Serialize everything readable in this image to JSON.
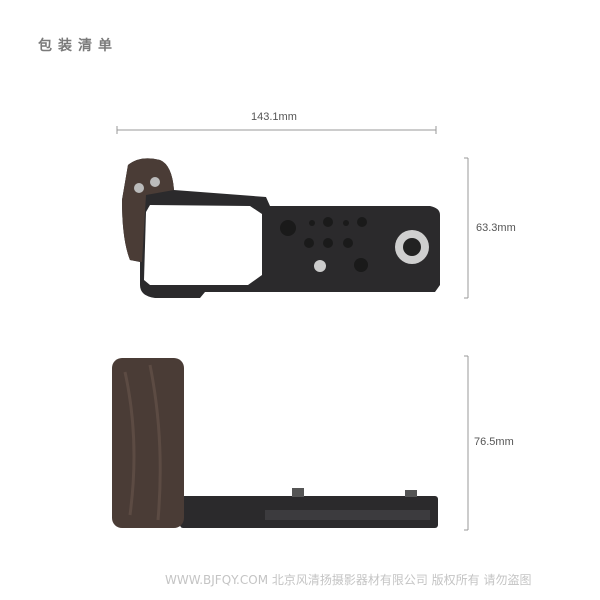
{
  "title": "包装清单",
  "dimensions": {
    "width": "143.1mm",
    "height_top": "63.3mm",
    "height_side": "76.5mm"
  },
  "watermark": "WWW.BJFQY.COM 北京风清扬摄影器材有限公司 版权所有 请勿盗图",
  "colors": {
    "plate": "#2b2a2c",
    "wood": "#4a3c36",
    "dim_line": "#999999"
  }
}
